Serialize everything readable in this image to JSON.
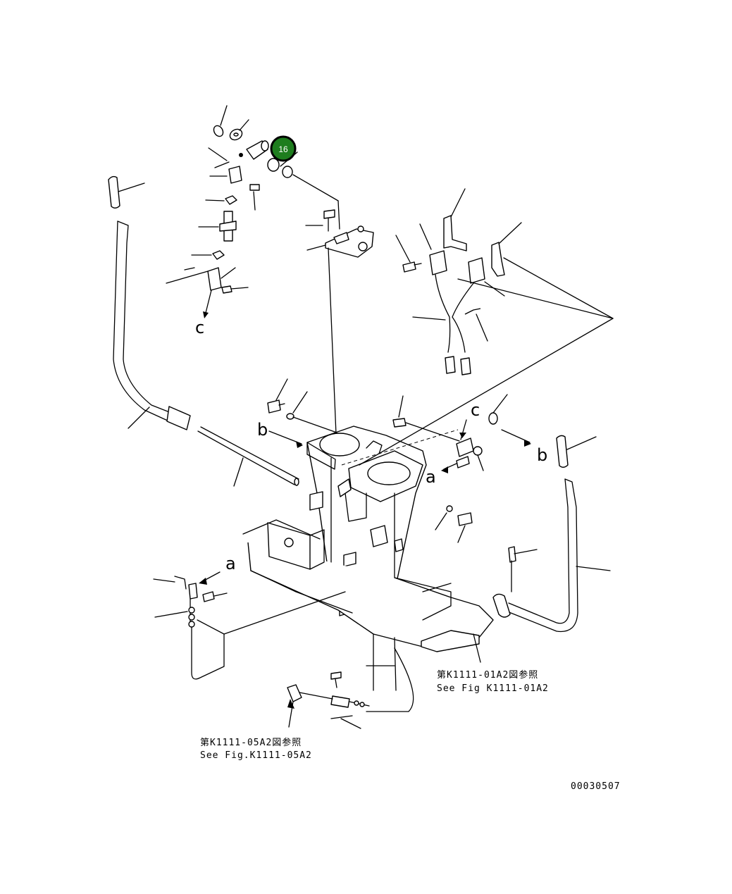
{
  "callout": {
    "number": "16",
    "color": "#1e7d1e",
    "ring_color": "#000000"
  },
  "refs": {
    "c_top": "c",
    "b_left": "b",
    "c_right": "c",
    "b_right": "b",
    "a_right": "a",
    "a_left": "a"
  },
  "notes": {
    "fig_01_jp": "第K1111-01A2図参照",
    "fig_01_en": "See Fig K1111-01A2",
    "fig_05_jp": "第K1111-05A2図参照",
    "fig_05_en": "See Fig.K1111-05A2"
  },
  "doc_id": "00030507"
}
